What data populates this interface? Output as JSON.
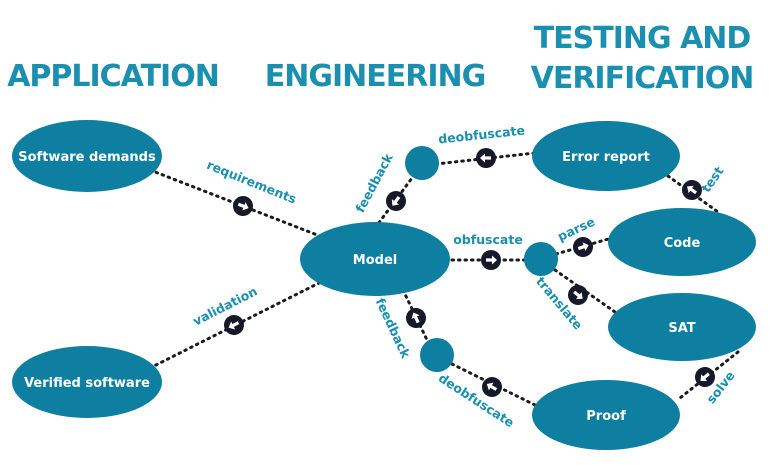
{
  "headings": {
    "application": "APPLICATION",
    "engineering": "ENGINEERING",
    "testing_line1": "TESTING AND",
    "testing_line2": "VERIFICATION"
  },
  "nodes": {
    "software_demands": "Software demands",
    "verified_software": "Verified software",
    "model": "Model",
    "error_report": "Error report",
    "code": "Code",
    "sat": "SAT",
    "proof": "Proof"
  },
  "edges": {
    "requirements": "requirements",
    "validation": "validation",
    "feedback_top": "feedback",
    "deobfuscate_top": "deobfuscate",
    "obfuscate": "obfuscate",
    "parse": "parse",
    "translate": "translate",
    "test": "test",
    "feedback_bottom": "feedback",
    "deobfuscate_bottom": "deobfuscate",
    "solve": "solve"
  },
  "colors": {
    "node": "#0e7fa0",
    "heading": "#1a8fb0",
    "badge": "#15192a"
  },
  "icons": [
    "arrow-icon"
  ]
}
